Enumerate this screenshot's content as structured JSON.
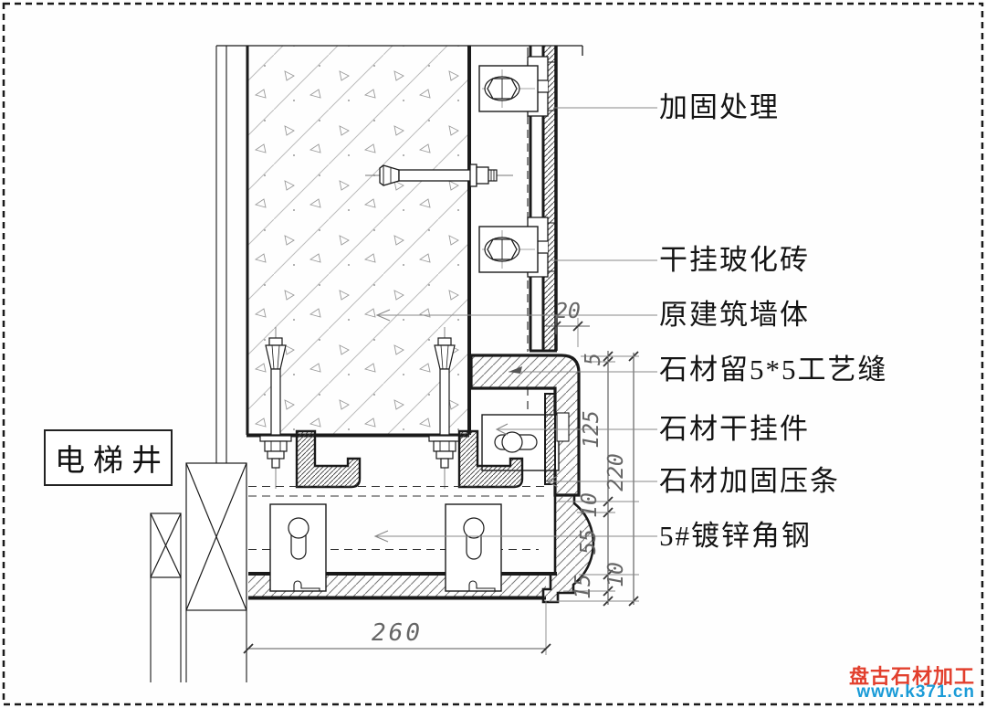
{
  "drawing_type": "stone-cladding-section-detail",
  "shaft_label": "电梯井",
  "callouts": {
    "c1": "加固处理",
    "c2": "干挂玻化砖",
    "c3": "原建筑墙体",
    "c4": "石材留5*5工艺缝",
    "c5": "石材干挂件",
    "c6": "石材加固压条",
    "c7": "5#镀锌角钢"
  },
  "dimensions": {
    "d20": "20",
    "d5": "5",
    "d125": "125",
    "d10a": "10",
    "d55": "55",
    "d15": "15",
    "d10b": "10",
    "d220": "220",
    "d260": "260"
  },
  "watermark": {
    "brand": "盘古石材加工",
    "url": "www.k371.cn",
    "brand_color": "#e2402e",
    "url_color": "#1a9bd7"
  },
  "line_color": "#1a1a1a"
}
